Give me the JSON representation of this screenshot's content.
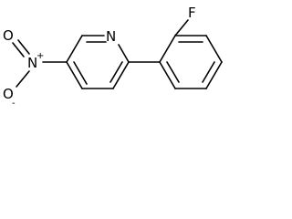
{
  "molecule": {
    "atoms": {
      "ring_nitrogen": "N",
      "fluorine": "F",
      "nitro_nitrogen": "N",
      "nitro_nitrogen_charge": "+",
      "nitro_oxygen_top": "O",
      "nitro_oxygen_bottom": "O",
      "nitro_oxygen_bottom_charge": "-"
    }
  }
}
